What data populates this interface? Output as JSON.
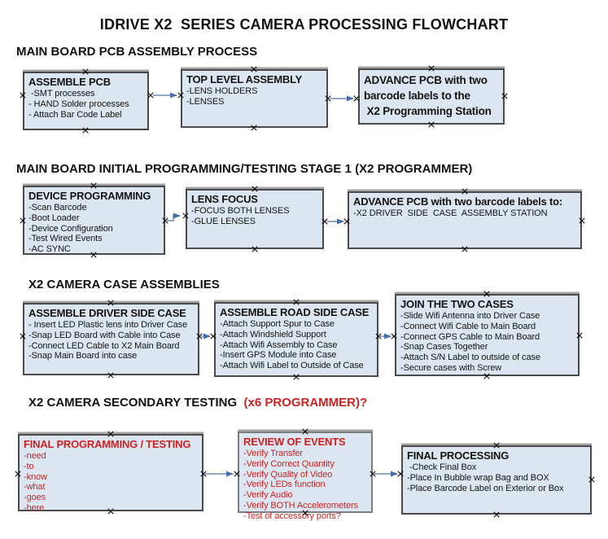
{
  "page_title": "IDRIVE X2  SERIES CAMERA PROCESSING FLOWCHART",
  "colors": {
    "box_fill": "#dce6f1",
    "box_border": "#4a4a4a",
    "arrow_line": "#92a8c8",
    "arrow_head": "#4a6ea9",
    "red_text": "#cc2222",
    "black_text": "#111111"
  },
  "sections": [
    {
      "heading": "MAIN BOARD PCB ASSEMBLY PROCESS",
      "boxes": [
        {
          "title": "ASSEMBLE PCB",
          "items": " -SMT processes\n- HAND Solder processes\n- Attach Bar Code Label"
        },
        {
          "title": "TOP LEVEL ASSEMBLY",
          "items": "-LENS HOLDERS\n-LENSES"
        },
        {
          "title": "ADVANCE PCB with two\nbarcode labels to the\n X2 Programming Station",
          "items": ""
        }
      ]
    },
    {
      "heading": "MAIN BOARD INITIAL PROGRAMMING/TESTING STAGE 1 (X2 PROGRAMMER)",
      "boxes": [
        {
          "title": "DEVICE PROGRAMMING",
          "items": "-Scan Barcode\n-Boot Loader\n-Device Configuration\n-Test Wired Events\n-AC SYNC"
        },
        {
          "title": "LENS FOCUS",
          "items": "-FOCUS BOTH LENSES\n-GLUE LENSES"
        },
        {
          "title": "ADVANCE PCB with two barcode labels to:",
          "items": "-X2 DRIVER  SIDE  CASE  ASSEMBLY STATION"
        }
      ]
    },
    {
      "heading": "X2 CAMERA CASE ASSEMBLIES",
      "boxes": [
        {
          "title": "ASSEMBLE DRIVER SIDE CASE",
          "items": "- Insert LED Plastic lens into Driver Case\n-Snap LED Board with Cable into Case\n-Connect LED Cable to X2 Main Board\n-Snap Main Board into case"
        },
        {
          "title": "ASSEMBLE ROAD SIDE CASE",
          "items": "-Attach Support Spur to Case\n-Attach Windshield Support\n-Attach Wifi Assembly to Case\n-Insert GPS Module into Case\n-Attach Wifi Label to Outside of Case"
        },
        {
          "title": "JOIN THE TWO CASES",
          "items": "-Slide Wifi Antenna into Driver Case\n-Connect Wifi Cable to Main Board\n-Connect GPS Cable to Main Board\n-Snap Cases Together\n-Attach S/N Label to outside of case\n-Secure cases with Screw"
        }
      ]
    },
    {
      "heading": "X2 CAMERA SECONDARY TESTING",
      "heading_red": "  (x6 PROGRAMMER)?",
      "boxes": [
        {
          "title": "FINAL PROGRAMMING / TESTING",
          "items": "-need\n-to\n-know\n-what\n-goes\n-here"
        },
        {
          "title": "REVIEW OF EVENTS",
          "items": "-Verify Transfer\n-Verify Correct Quantity\n-Verify Quality of Video\n-Verify LEDs function\n-Verify Audio\n-Verify BOTH Accelerometers\n-Test of accessory ports?"
        },
        {
          "title": "FINAL PROCESSING",
          "items": " -Check Final Box\n-Place In Bubble wrap Bag and BOX\n-Place Barcode Label on Exterior or Box"
        }
      ]
    }
  ]
}
